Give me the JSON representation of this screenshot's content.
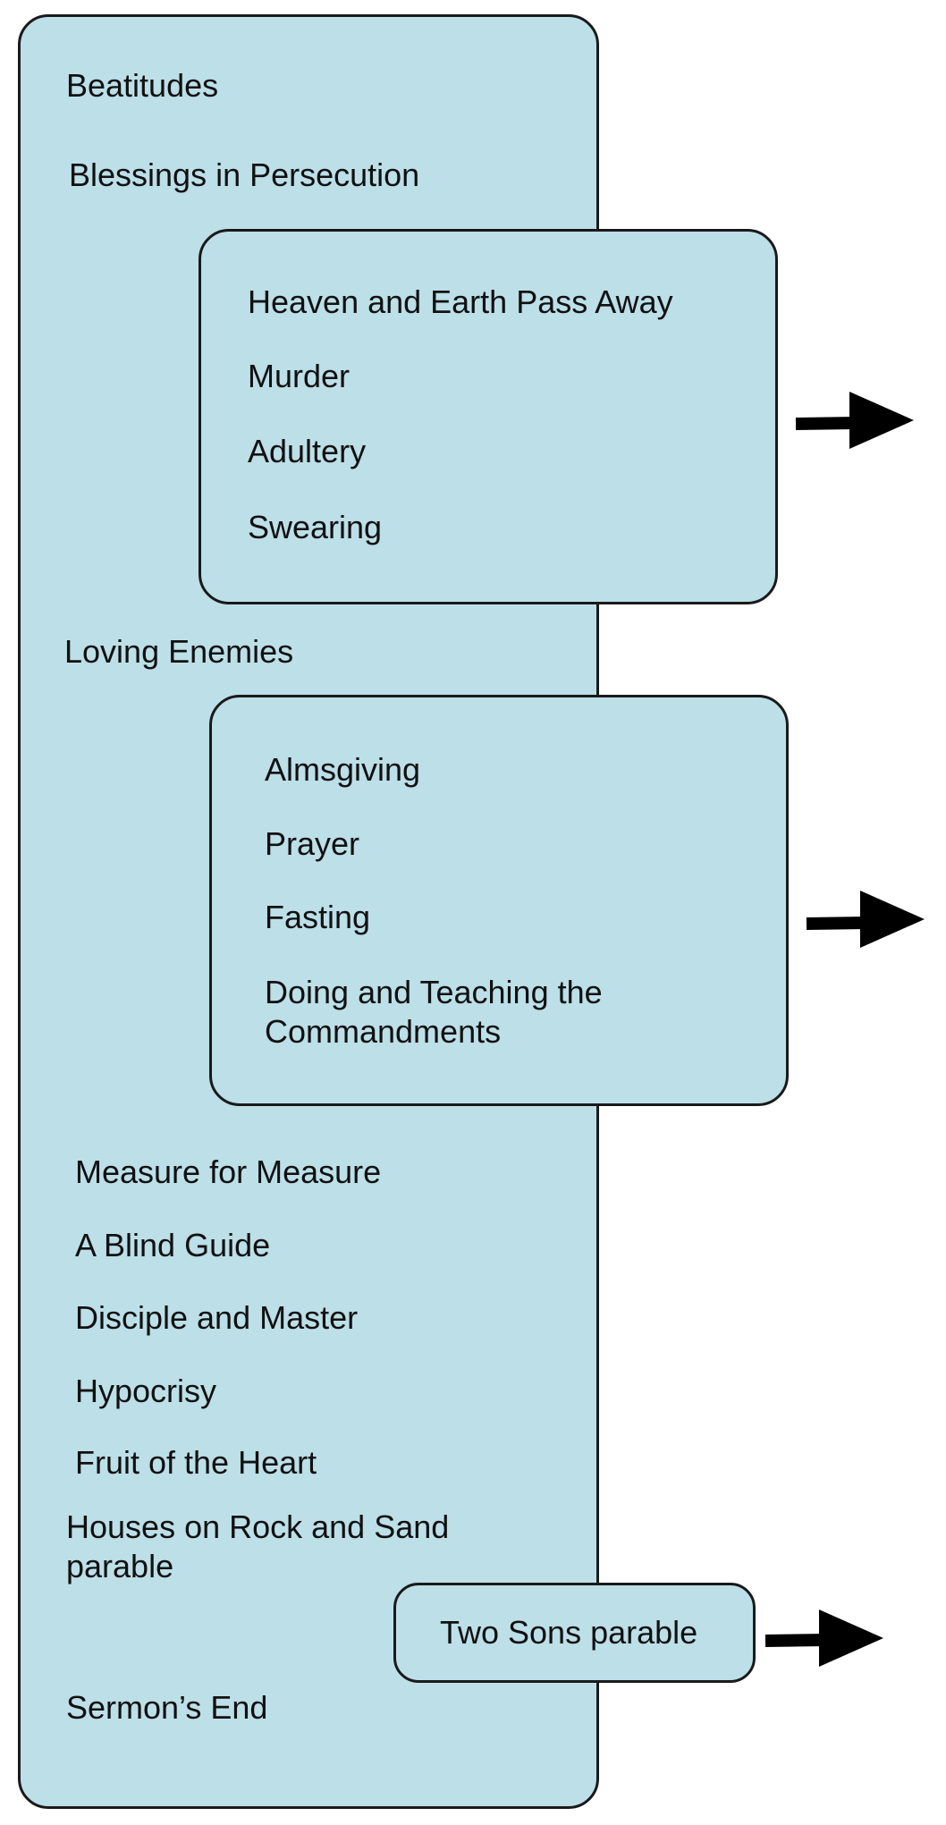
{
  "main_items": [
    "Beatitudes",
    "Blessings in Persecution",
    "Loving Enemies",
    "Measure for Measure",
    "A Blind Guide",
    "Disciple and Master",
    "Hypocrisy",
    "Fruit of the Heart",
    "Houses on Rock and Sand parable",
    "Sermon’s End"
  ],
  "group1_items": [
    "Heaven and Earth Pass Away",
    "Murder",
    "Adultery",
    "Swearing"
  ],
  "group2_items": [
    "Almsgiving",
    "Prayer",
    "Fasting",
    "Doing and Teaching the Commandments"
  ],
  "group3_items": [
    "Two Sons parable"
  ],
  "colors": {
    "panel_fill": "#bcdfe8",
    "border": "#1a1a1a",
    "arrow": "#000000"
  }
}
